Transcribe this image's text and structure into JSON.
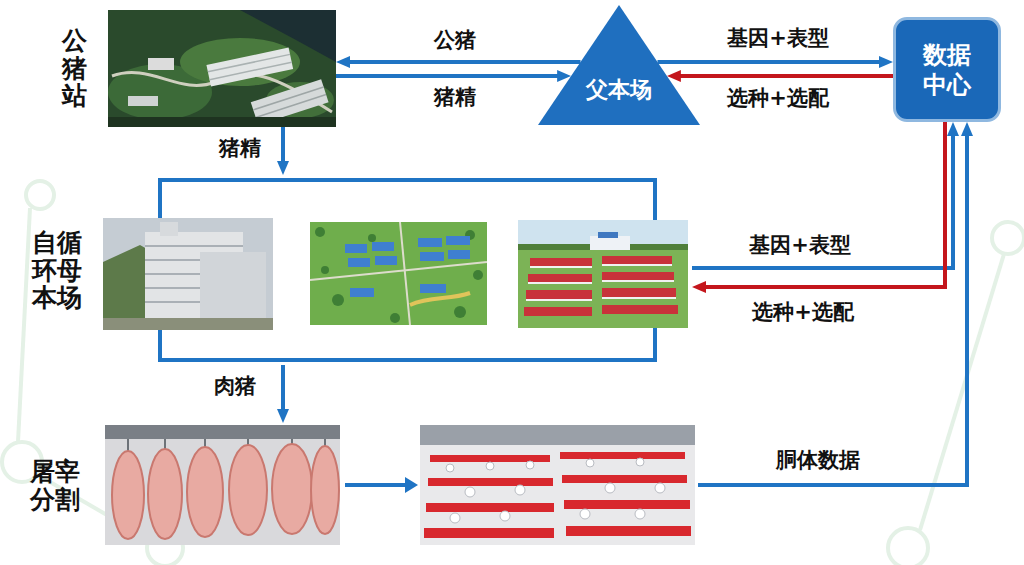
{
  "diagram": {
    "nodes": [
      {
        "text": [
          "公猪站"
        ]
      },
      {
        "text": [
          "父本场"
        ]
      },
      {
        "text": [
          "数据中心"
        ]
      },
      {
        "text": [
          "自循环母本场"
        ]
      },
      {
        "text": [
          "屠宰分割"
        ]
      }
    ],
    "edges": [
      {
        "from": 1,
        "to": 0,
        "label": "公猪",
        "arrow": "to"
      },
      {
        "from": 0,
        "to": 1,
        "label": "猪精",
        "arrow": "to"
      },
      {
        "from": 1,
        "to": 2,
        "label": "基因+表型",
        "arrow": "to"
      },
      {
        "from": 2,
        "to": 1,
        "label": "选种+选配",
        "arrow": "to"
      },
      {
        "from": 0,
        "to": 3,
        "label": "猪精",
        "arrow": "to"
      },
      {
        "from": 3,
        "to": 2,
        "label": "基因+表型",
        "arrow": "to"
      },
      {
        "from": 2,
        "to": 3,
        "label": "选种+选配",
        "arrow": "to"
      },
      {
        "from": 3,
        "to": 4,
        "label": "肉猪",
        "arrow": "to"
      },
      {
        "from": 4,
        "to": 2,
        "label": "胴体数据",
        "arrow": "to"
      }
    ]
  }
}
